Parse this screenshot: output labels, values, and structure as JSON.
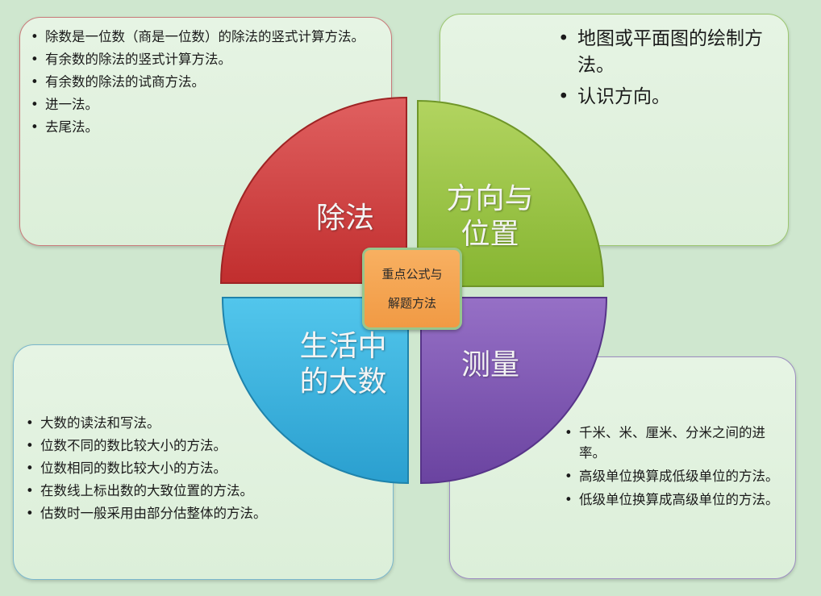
{
  "center": {
    "line1": "重点公式与",
    "line2": "解题方法"
  },
  "quadrants": {
    "top_left": {
      "label": "除法",
      "color": "#d43c3c",
      "items": [
        "除数是一位数（商是一位数）的除法的竖式计算方法。",
        "有余数的除法的竖式计算方法。",
        "有余数的除法的试商方法。",
        "进一法。",
        "去尾法。"
      ]
    },
    "top_right": {
      "label_line1": "方向与",
      "label_line2": "位置",
      "color": "#8fbe3a",
      "items": [
        "地图或平面图的绘制方法。",
        "认识方向。"
      ]
    },
    "bottom_left": {
      "label_line1": "生活中",
      "label_line2": "的大数",
      "color": "#2fb0dc",
      "items": [
        "大数的读法和写法。",
        "位数不同的数比较大小的方法。",
        "位数相同的数比较大小的方法。",
        "在数线上标出数的大致位置的方法。",
        "估数时一般采用由部分估整体的方法。"
      ]
    },
    "bottom_right": {
      "label": "测量",
      "color": "#7e52b0",
      "items": [
        "千米、米、厘米、分米之间的进率。",
        "高级单位换算成低级单位的方法。",
        "低级单位换算成高级单位的方法。"
      ]
    }
  }
}
